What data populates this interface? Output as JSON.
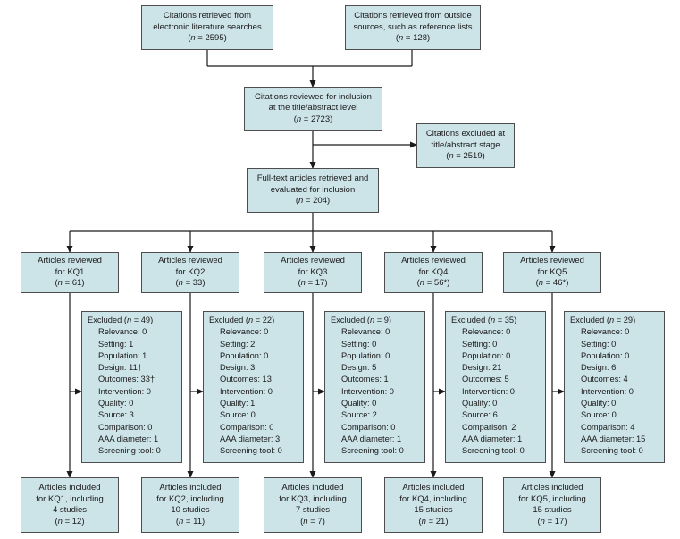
{
  "top": {
    "electronic": {
      "line1": "Citations retrieved from",
      "line2": "electronic literature searches",
      "n": "2595"
    },
    "outside": {
      "line1": "Citations retrieved from outside",
      "line2": "sources, such as reference lists",
      "n": "128"
    }
  },
  "reviewed": {
    "line1": "Citations reviewed for inclusion",
    "line2": "at the title/abstract level",
    "n": "2723"
  },
  "excluded_title": {
    "line1": "Citations excluded at",
    "line2": "title/abstract stage",
    "n": "2519"
  },
  "fulltext": {
    "line1": "Full-text articles retrieved and",
    "line2": "evaluated for inclusion",
    "n": "204"
  },
  "labels": {
    "n": "n"
  },
  "kqs": [
    {
      "rev_line1": "Articles reviewed",
      "rev_line2": "for KQ1",
      "rev_n": "61",
      "excluded_n": "49",
      "reasons": [
        [
          "Relevance",
          "0"
        ],
        [
          "Setting",
          "1"
        ],
        [
          "Population",
          "1"
        ],
        [
          "Design",
          "11†"
        ],
        [
          "Outcomes",
          "33†"
        ],
        [
          "Intervention",
          "0"
        ],
        [
          "Quality",
          "0"
        ],
        [
          "Source",
          "3"
        ],
        [
          "Comparison",
          "0"
        ],
        [
          "AAA diameter",
          "1"
        ],
        [
          "Screening tool",
          "0"
        ]
      ],
      "inc_line1": "Articles included",
      "inc_line2": "for KQ1, including",
      "inc_line3": "4 studies",
      "inc_n": "12"
    },
    {
      "rev_line1": "Articles reviewed",
      "rev_line2": "for KQ2",
      "rev_n": "33",
      "excluded_n": "22",
      "reasons": [
        [
          "Relevance",
          "0"
        ],
        [
          "Setting",
          "2"
        ],
        [
          "Population",
          "0"
        ],
        [
          "Design",
          "3"
        ],
        [
          "Outcomes",
          "13"
        ],
        [
          "Intervention",
          "0"
        ],
        [
          "Quality",
          "1"
        ],
        [
          "Source",
          "0"
        ],
        [
          "Comparison",
          "0"
        ],
        [
          "AAA diameter",
          "3"
        ],
        [
          "Screening tool",
          "0"
        ]
      ],
      "inc_line1": "Articles included",
      "inc_line2": "for KQ2, including",
      "inc_line3": "10 studies",
      "inc_n": "11"
    },
    {
      "rev_line1": "Articles reviewed",
      "rev_line2": "for KQ3",
      "rev_n": "17",
      "excluded_n": "9",
      "reasons": [
        [
          "Relevance",
          "0"
        ],
        [
          "Setting",
          "0"
        ],
        [
          "Population",
          "0"
        ],
        [
          "Design",
          "5"
        ],
        [
          "Outcomes",
          "1"
        ],
        [
          "Intervention",
          "0"
        ],
        [
          "Quality",
          "0"
        ],
        [
          "Source",
          "2"
        ],
        [
          "Comparison",
          "0"
        ],
        [
          "AAA diameter",
          "1"
        ],
        [
          "Screening tool",
          "0"
        ]
      ],
      "inc_line1": "Articles included",
      "inc_line2": "for KQ3, including",
      "inc_line3": "7 studies",
      "inc_n": "7"
    },
    {
      "rev_line1": "Articles reviewed",
      "rev_line2": "for KQ4",
      "rev_n": "56*",
      "excluded_n": "35",
      "reasons": [
        [
          "Relevance",
          "0"
        ],
        [
          "Setting",
          "0"
        ],
        [
          "Population",
          "0"
        ],
        [
          "Design",
          "21"
        ],
        [
          "Outcomes",
          "5"
        ],
        [
          "Intervention",
          "0"
        ],
        [
          "Quality",
          "0"
        ],
        [
          "Source",
          "6"
        ],
        [
          "Comparison",
          "2"
        ],
        [
          "AAA diameter",
          "1"
        ],
        [
          "Screening tool",
          "0"
        ]
      ],
      "inc_line1": "Articles included",
      "inc_line2": "for KQ4, including",
      "inc_line3": "15 studies",
      "inc_n": "21"
    },
    {
      "rev_line1": "Articles reviewed",
      "rev_line2": "for KQ5",
      "rev_n": "46*",
      "excluded_n": "29",
      "reasons": [
        [
          "Relevance",
          "0"
        ],
        [
          "Setting",
          "0"
        ],
        [
          "Population",
          "0"
        ],
        [
          "Design",
          "6"
        ],
        [
          "Outcomes",
          "4"
        ],
        [
          "Intervention",
          "0"
        ],
        [
          "Quality",
          "0"
        ],
        [
          "Source",
          "0"
        ],
        [
          "Comparison",
          "4"
        ],
        [
          "AAA diameter",
          "15"
        ],
        [
          "Screening tool",
          "0"
        ]
      ],
      "inc_line1": "Articles included",
      "inc_line2": "for KQ5, including",
      "inc_line3": "15 studies",
      "inc_n": "17"
    }
  ]
}
